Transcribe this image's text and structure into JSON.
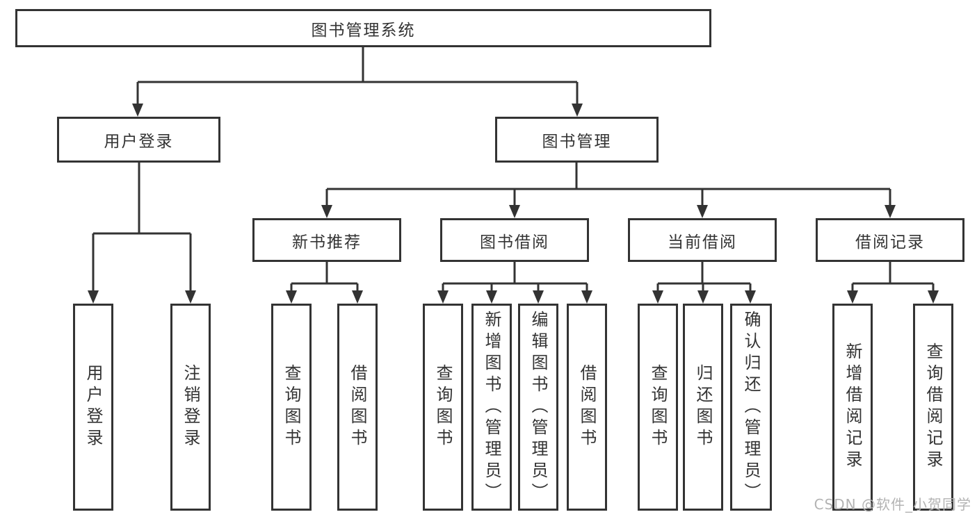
{
  "title": "图书管理系统",
  "tree": {
    "label": "图书管理系统",
    "children": [
      {
        "label": "用户登录",
        "children": [
          {
            "label": "用户登录"
          },
          {
            "label": "注销登录"
          }
        ]
      },
      {
        "label": "图书管理",
        "children": [
          {
            "label": "新书推荐",
            "children": [
              {
                "label": "查询图书"
              },
              {
                "label": "借阅图书"
              }
            ]
          },
          {
            "label": "图书借阅",
            "children": [
              {
                "label": "查询图书"
              },
              {
                "label": "新增图书（管理员）"
              },
              {
                "label": "编辑图书（管理员）"
              },
              {
                "label": "借阅图书"
              }
            ]
          },
          {
            "label": "当前借阅",
            "children": [
              {
                "label": "查询图书"
              },
              {
                "label": "归还图书"
              },
              {
                "label": "确认归还（管理员）"
              }
            ]
          },
          {
            "label": "借阅记录",
            "children": [
              {
                "label": "新增借阅记录"
              },
              {
                "label": "查询借阅记录"
              }
            ]
          }
        ]
      }
    ]
  },
  "watermark": {
    "text": "CSDN @软件_小贺同学",
    "color": "#b3b3b3"
  },
  "colors": {
    "line": "#333333",
    "text": "#333333",
    "background": "#ffffff"
  }
}
